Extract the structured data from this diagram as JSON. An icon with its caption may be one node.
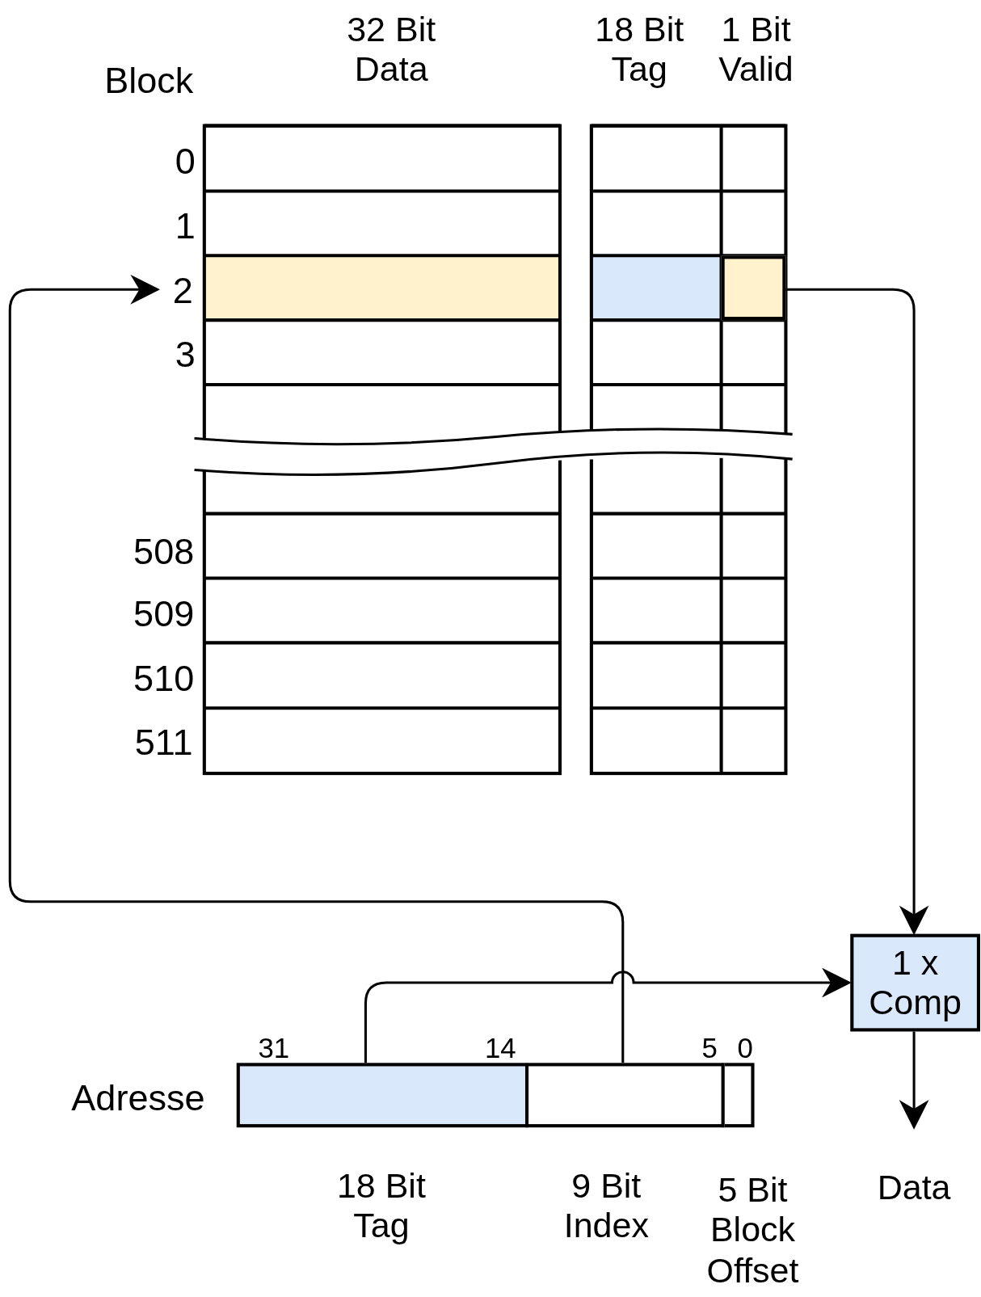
{
  "diagram": {
    "nodes": [
      {
        "text": [
          "2"
        ]
      },
      {
        "text": [],
        "shape": "box"
      },
      {
        "text": [
          "1 x Comp"
        ]
      },
      {
        "text": [],
        "shape": "box"
      },
      {
        "text": [],
        "shape": "box"
      },
      {
        "text": [
          "Data"
        ]
      }
    ],
    "edges": [
      {
        "from": 4,
        "to": 0,
        "arrow": "to"
      },
      {
        "from": 1,
        "to": 2,
        "arrow": "to"
      },
      {
        "from": 3,
        "to": 2,
        "arrow": "to"
      },
      {
        "from": 2,
        "to": 5,
        "arrow": "to"
      }
    ],
    "labels": [
      "32 Bit Data",
      "18 Bit Tag",
      "1 Bit Valid",
      "Block",
      "0",
      "1",
      "3",
      "508",
      "509",
      "510",
      "511",
      "31",
      "14",
      "5",
      "0",
      "Adresse",
      "18 Bit Tag",
      "9 Bit Index",
      "5 Bit Block Offset"
    ]
  }
}
